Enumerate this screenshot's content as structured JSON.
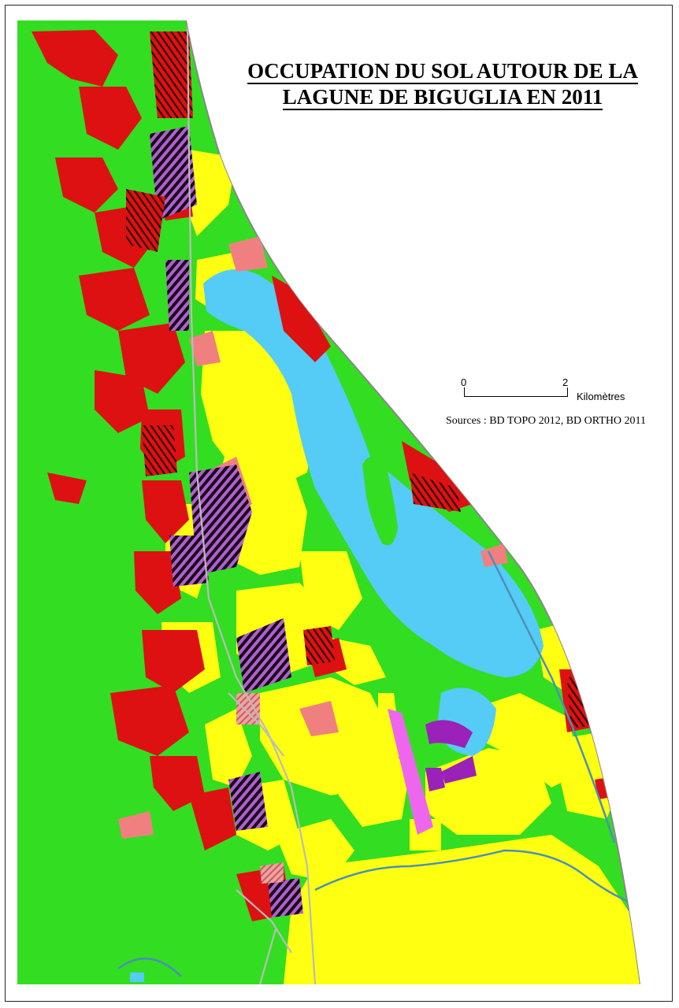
{
  "map": {
    "title_line1": "OCCUPATION DU SOL AUTOUR DE LA",
    "title_line2": "LAGUNE DE BIGUGLIA EN 2011",
    "scale": {
      "start_label": "0",
      "end_label": "2",
      "unit": "Kilomètres"
    },
    "sources": "Sources : BD TOPO 2012, BD ORTHO 2011",
    "colors": {
      "natural_vegetation": "#33dd22",
      "agriculture": "#ffff11",
      "lagoon_water": "#55ccf5",
      "dense_urban": "#dd1111",
      "light_urban": "#f08080",
      "industrial_hatched": "#7a1f8f",
      "airport": "#ee66ee",
      "roads": "#bbbbbb",
      "rivers": "#4a90b8"
    }
  }
}
